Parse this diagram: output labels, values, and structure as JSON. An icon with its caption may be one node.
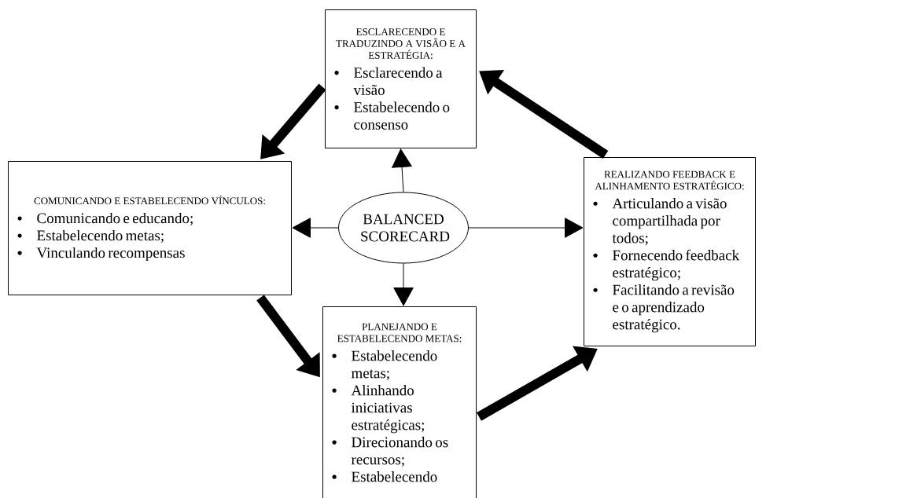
{
  "diagram": {
    "nodes": [
      {
        "text": [
          "ESCLARECENDO E TRADUZINDO A VISÃO E A ESTRATÉGIA:",
          "Esclarecendo a visão",
          "Estabelecendo o consenso"
        ]
      },
      {
        "text": [
          "COMUNICANDO E ESTABELECENDO VÍNCULOS:",
          "Comunicando e educando;",
          "Estabelecendo metas;",
          "Vinculando recompensas"
        ]
      },
      {
        "text": [
          "BALANCED SCORECARD"
        ]
      },
      {
        "text": [
          "REALIZANDO FEEDBACK E ALINHAMENTO ESTRATÉGICO:",
          "Articulando a visão compartilhada por todos;",
          "Fornecendo feedback estratégico;",
          "Facilitando a revisão e o aprendizado estratégico."
        ]
      },
      {
        "text": [
          "PLANEJANDO E ESTABELECENDO METAS:",
          "Estabelecendo metas;",
          "Alinhando iniciativas estratégicas;",
          "Direcionando os recursos;",
          "Estabelecendo"
        ]
      }
    ],
    "edges": [
      {
        "from": 2,
        "to": 0,
        "arrow": "to"
      },
      {
        "from": 2,
        "to": 1,
        "arrow": "to"
      },
      {
        "from": 2,
        "to": 3,
        "arrow": "to"
      },
      {
        "from": 2,
        "to": 4,
        "arrow": "to"
      },
      {
        "from": 0,
        "to": 1,
        "arrow": "to",
        "style": "thick"
      },
      {
        "from": 1,
        "to": 4,
        "arrow": "to",
        "style": "thick"
      },
      {
        "from": 4,
        "to": 3,
        "arrow": "to",
        "style": "thick"
      },
      {
        "from": 3,
        "to": 0,
        "arrow": "to",
        "style": "thick"
      }
    ]
  }
}
